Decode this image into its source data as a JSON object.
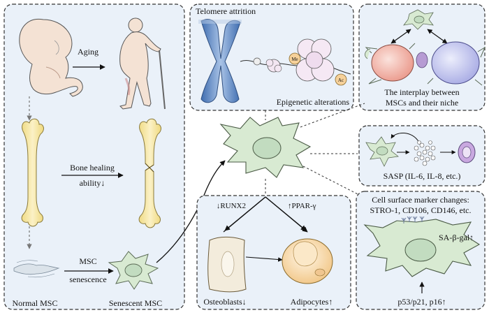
{
  "panels": {
    "aging": {
      "aging_label": "Aging",
      "bone_healing_line1": "Bone healing",
      "bone_healing_line2": "ability↓",
      "msc_line1": "MSC",
      "msc_line2": "senescence",
      "normal_msc": "Normal MSC",
      "senescent_msc": "Senescent MSC"
    },
    "telomere": {
      "title": "Telomere attrition",
      "epigenetic": "Epigenetic alterations",
      "me_tag": "Me",
      "ac_tag": "Ac"
    },
    "niche": {
      "line1": "The interplay between",
      "line2": "MSCs and their niche"
    },
    "sasp": {
      "label": "SASP (IL-6, IL-8, etc.)"
    },
    "differentiation": {
      "runx2": "↓RUNX2",
      "pparg": "↑PPAR-γ",
      "osteoblasts": "Osteoblasts↓",
      "adipocytes": "Adipocytes↑"
    },
    "markers": {
      "line1": "Cell surface marker changes:",
      "line2": "STRO-1, CD106, CD146, etc.",
      "sa_beta_gal": "SA-β-gal↑",
      "p53": "p53/p21, p16↑"
    }
  },
  "colors": {
    "panel_fill": "#eaf1f9",
    "panel_stroke": "#333333",
    "cell_fill": "#d8ead2",
    "nucleus_fill": "#c2dcc0",
    "bone_fill": "#f6e9a8",
    "chromosome": "#5b86c4",
    "osteoblast_fill": "#f3ecdc",
    "adipocyte_fill": "#f6dcb0",
    "niche_red": "#f1b8ae",
    "niche_blue": "#c7c9ef",
    "niche_purple": "#b69bd3"
  }
}
